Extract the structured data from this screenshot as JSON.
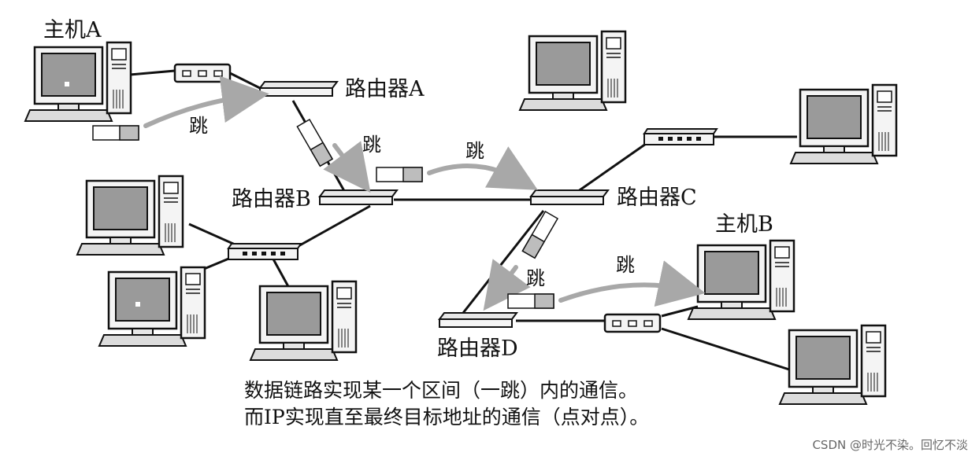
{
  "diagram": {
    "labels": {
      "host_a": "主机A",
      "host_b": "主机B",
      "router_a": "路由器A",
      "router_b": "路由器B",
      "router_c": "路由器C",
      "router_d": "路由器D",
      "hop": "跳"
    },
    "caption": {
      "line1": "数据链路实现某一个区间（一跳）内的通信。",
      "line2": "而IP实现直至最终目标地址的通信（点对点）。"
    },
    "watermark": "CSDN @时光不染。回忆不淡",
    "colors": {
      "line": "#111111",
      "arrow": "#a8a8a8",
      "screen": "#9a9a9a",
      "device_body": "#f2f2f2"
    }
  }
}
